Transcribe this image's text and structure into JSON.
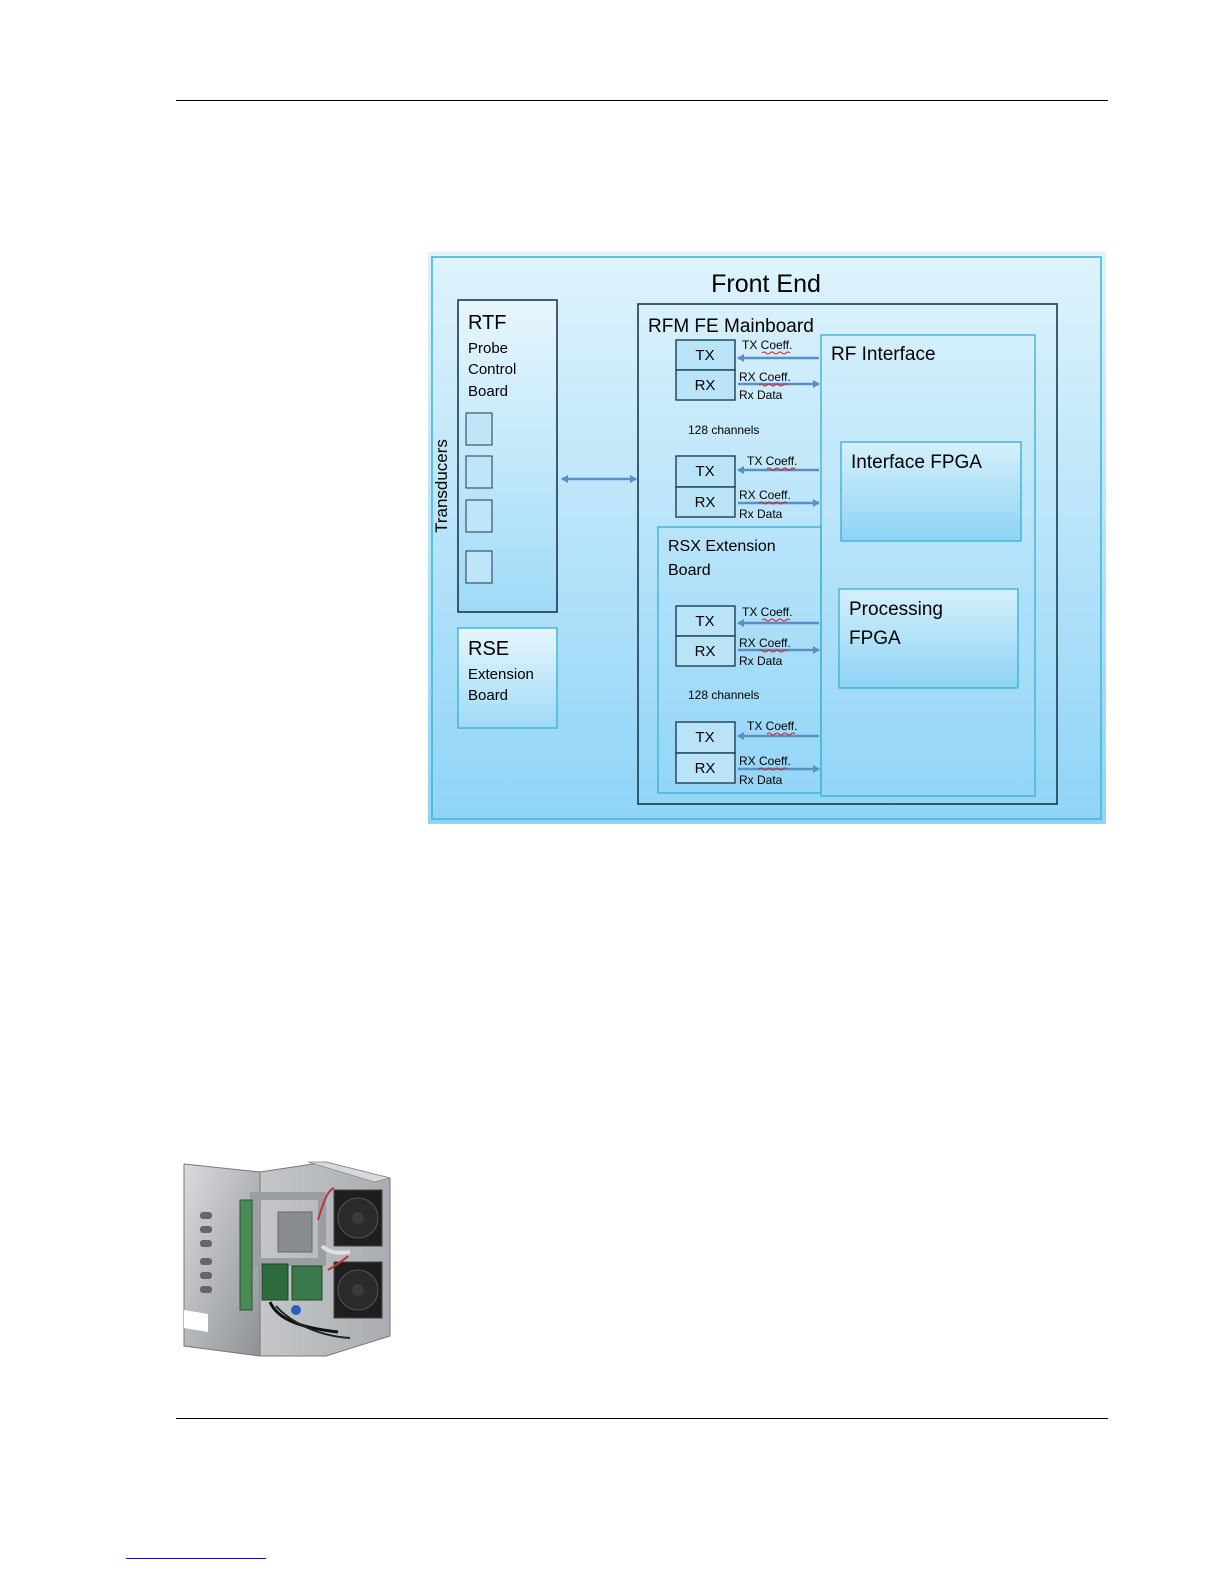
{
  "diagram": {
    "title": "Front End",
    "side_label": "Transducers",
    "rtf": {
      "title": "RTF",
      "lines": [
        "Probe",
        "Control",
        "Board"
      ]
    },
    "rse": {
      "title": "RSE",
      "lines": [
        "Extension",
        "Board"
      ]
    },
    "mainboard": {
      "title": "RFM FE Mainboard"
    },
    "rf_interface": {
      "title": "RF Interface"
    },
    "interface_fpga": {
      "title": "Interface FPGA"
    },
    "processing_fpga": {
      "lines": [
        "Processing",
        "FPGA"
      ]
    },
    "rsx": {
      "lines": [
        "RSX Extension",
        "Board"
      ]
    },
    "tx": "TX",
    "rx": "RX",
    "tx_coeff": "TX Coeff.",
    "rx_coeff": "RX Coeff.",
    "rx_data": "Rx Data",
    "channels": "128 channels"
  },
  "colors": {
    "diagram_bg_top": "#dff3fc",
    "diagram_bg_bottom": "#8fd4f7",
    "frame_border": "#1b3a4a",
    "inner_border": "#3fb3d3",
    "arrow": "#5a8ec5"
  }
}
